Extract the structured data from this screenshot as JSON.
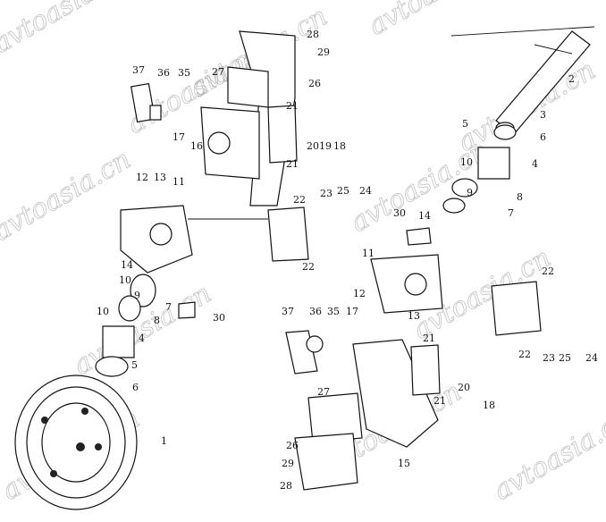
{
  "watermark": "avtoasia.cn",
  "labels": [
    "28",
    "29",
    "26",
    "27",
    "37",
    "36",
    "35",
    "21",
    "16",
    "17",
    "20",
    "19",
    "18",
    "21",
    "12",
    "13",
    "11",
    "22",
    "23",
    "25",
    "24",
    "30",
    "14",
    "2",
    "3",
    "5",
    "6",
    "4",
    "10",
    "9",
    "8",
    "7",
    "11",
    "22",
    "12",
    "13",
    "37",
    "36",
    "35",
    "17",
    "21",
    "20",
    "18",
    "21",
    "27",
    "22",
    "23",
    "25",
    "24",
    "15",
    "26",
    "29",
    "28",
    "1",
    "14",
    "10",
    "9",
    "10",
    "7",
    "8",
    "4",
    "5",
    "6",
    "30",
    "22"
  ]
}
